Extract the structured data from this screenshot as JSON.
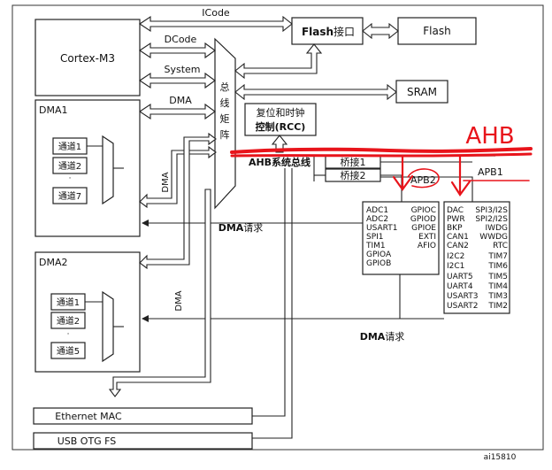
{
  "core": "Cortex-M3",
  "buses": {
    "icode": "ICode",
    "dcode": "DCode",
    "system": "System",
    "dma": "DMA"
  },
  "flash_interface": {
    "main": "Flash",
    "suffix": "接口"
  },
  "flash": "Flash",
  "sram": "SRAM",
  "bus_matrix": [
    "总",
    "线",
    "矩",
    "阵"
  ],
  "rcc": {
    "line1": "复位和时钟",
    "line2": "控制(RCC)"
  },
  "ahb_bus": "AHB系统总线",
  "bridge1": "桥接1",
  "bridge2": "桥接2",
  "apb1_label": "APB1",
  "apb2_label": "APB2",
  "handwritten_ahb": "AHB",
  "dma1": {
    "title": "DMA1",
    "channels": [
      "通道1",
      "通道2",
      "通道7"
    ]
  },
  "dma2": {
    "title": "DMA2",
    "channels": [
      "通道1",
      "通道2",
      "通道5"
    ]
  },
  "dma_vertical_1": "DMA",
  "dma_vertical_2": "DMA",
  "dma_request_1": {
    "main": "DMA",
    "suffix": "请求"
  },
  "dma_request_2": {
    "main": "DMA",
    "suffix": "请求"
  },
  "apb2_peripherals": {
    "left": [
      "ADC1",
      "ADC2",
      "USART1",
      "SPI1",
      "TIM1",
      "GPIOA",
      "GPIOB"
    ],
    "right": [
      "GPIOC",
      "GPIOD",
      "GPIOE",
      "EXTI",
      "AFIO"
    ]
  },
  "apb1_peripherals": {
    "left": [
      "DAC",
      "PWR",
      "BKP",
      "CAN1",
      "CAN2",
      "I2C2",
      "I2C1",
      "UART5",
      "UART4",
      "USART3",
      "USART2"
    ],
    "right": [
      "SPI3/I2S",
      "SPI2/I2S",
      "IWDG",
      "WWDG",
      "RTC",
      "TIM7",
      "TIM6",
      "TIM5",
      "TIM4",
      "TIM3",
      "TIM2"
    ]
  },
  "ethernet": "Ethernet MAC",
  "usb": "USB OTG FS",
  "figure_id": "ai15810",
  "colors": {
    "annotation_red": "#e8141b",
    "line": "#222222"
  }
}
